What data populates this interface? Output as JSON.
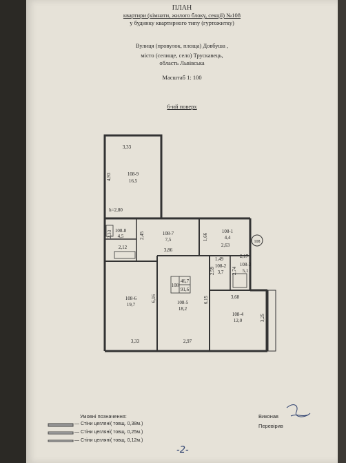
{
  "header": {
    "title": "ПЛАН",
    "line1": "квартири (кімнати, жилого блоку, секції) №108",
    "line2": "у будинку квартирного типу (гуртожитку)",
    "street": "Вулиця  (провулок, площа)  Довбуша ,",
    "city": "місто (селище, село)  Трускавець,",
    "region": "область  Львівська",
    "scale": "Масштаб 1: 100",
    "floor": "6-ий поверх"
  },
  "rooms": {
    "r9": {
      "id": "108-9",
      "area": "16,5"
    },
    "r8": {
      "id": "108-8",
      "area": "4,5"
    },
    "r7": {
      "id": "108-7",
      "area": "7,5"
    },
    "r1": {
      "id": "108-1",
      "area": "4,4"
    },
    "r2": {
      "id": "108-2",
      "area": "3,7"
    },
    "r3": {
      "id": "108-3",
      "area": "5,1"
    },
    "r6": {
      "id": "108-6",
      "area": "19,7"
    },
    "r5": {
      "id": "108-5",
      "area": "18,2"
    },
    "r4": {
      "id": "108-4",
      "area": "12,0"
    }
  },
  "apartment": {
    "number": "108",
    "living": "46,7",
    "total": "91,6",
    "entrance": "108"
  },
  "dims": {
    "d1": "3,33",
    "d2": "4,93",
    "d3": "h=2,80",
    "d4": "2,33",
    "d5": "2,45",
    "d6": "2,12",
    "d7": "3,86",
    "d8": "1,66",
    "d9": "2,63",
    "d10": "1,49",
    "d11": "2,59",
    "d12": "2,17",
    "d13": "2,74",
    "d14": "3,68",
    "d15": "6,16",
    "d16": "6,15",
    "d17": "3,25",
    "d18": "3,33",
    "d19": "2,97"
  },
  "legend": {
    "title": "Умовні позначення:",
    "items": [
      "— Стіни  цегляні( товщ. 0,38м.)",
      "— Стіни  цегляні( товщ. 0,25м.)",
      "— Стіни  цегляні( товщ. 0,12м.)"
    ]
  },
  "signatures": {
    "made": "Виконав",
    "checked": "Перевірив"
  },
  "page_number": "-2-"
}
